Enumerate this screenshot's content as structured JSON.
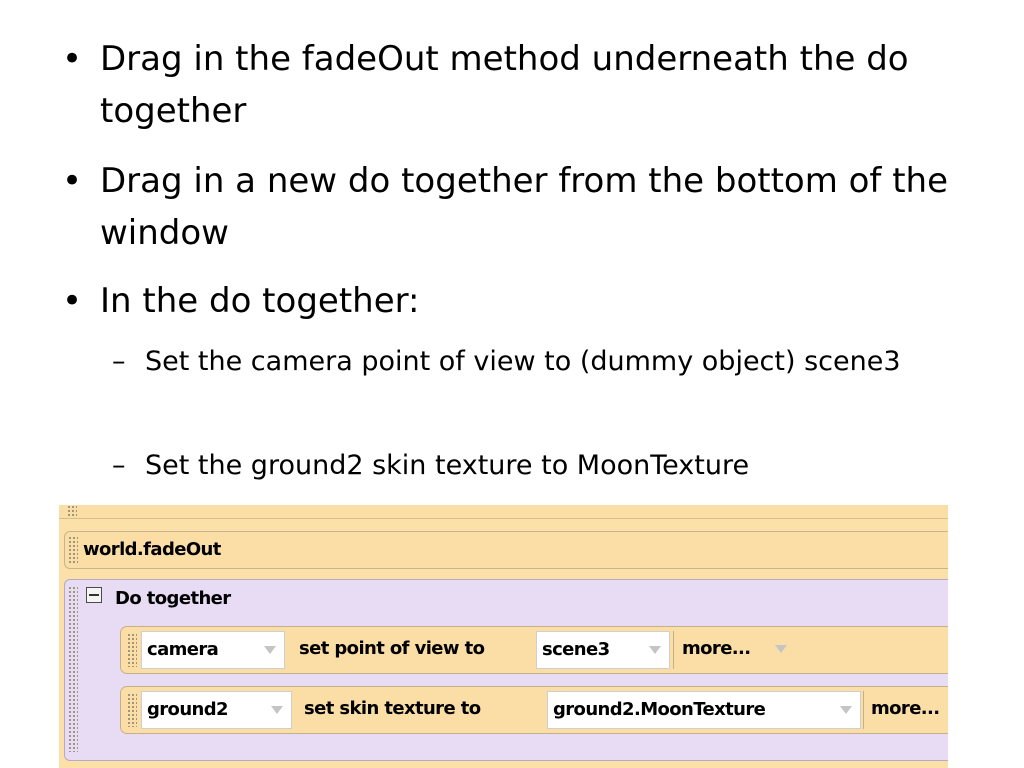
{
  "slide": {
    "bullets": [
      "Drag in the fadeOut method underneath the do together",
      "Drag in a new do together from the bottom of the window",
      "In the do together:"
    ],
    "sub_bullets": [
      "Set the camera point of view to (dummy object) scene3",
      "Set the ground2 skin texture to MoonTexture"
    ],
    "bullet_glyph": "•",
    "sub_glyph": "–"
  },
  "editor": {
    "fade_label": "world.fadeOut",
    "do_together_label": "Do together",
    "stmt1": {
      "object": "camera",
      "method": "set point of view to",
      "value": "scene3",
      "more": "more..."
    },
    "stmt2": {
      "object": "ground2",
      "method": "set  skin texture  to",
      "value": "ground2.MoonTexture",
      "more": "more..."
    }
  }
}
